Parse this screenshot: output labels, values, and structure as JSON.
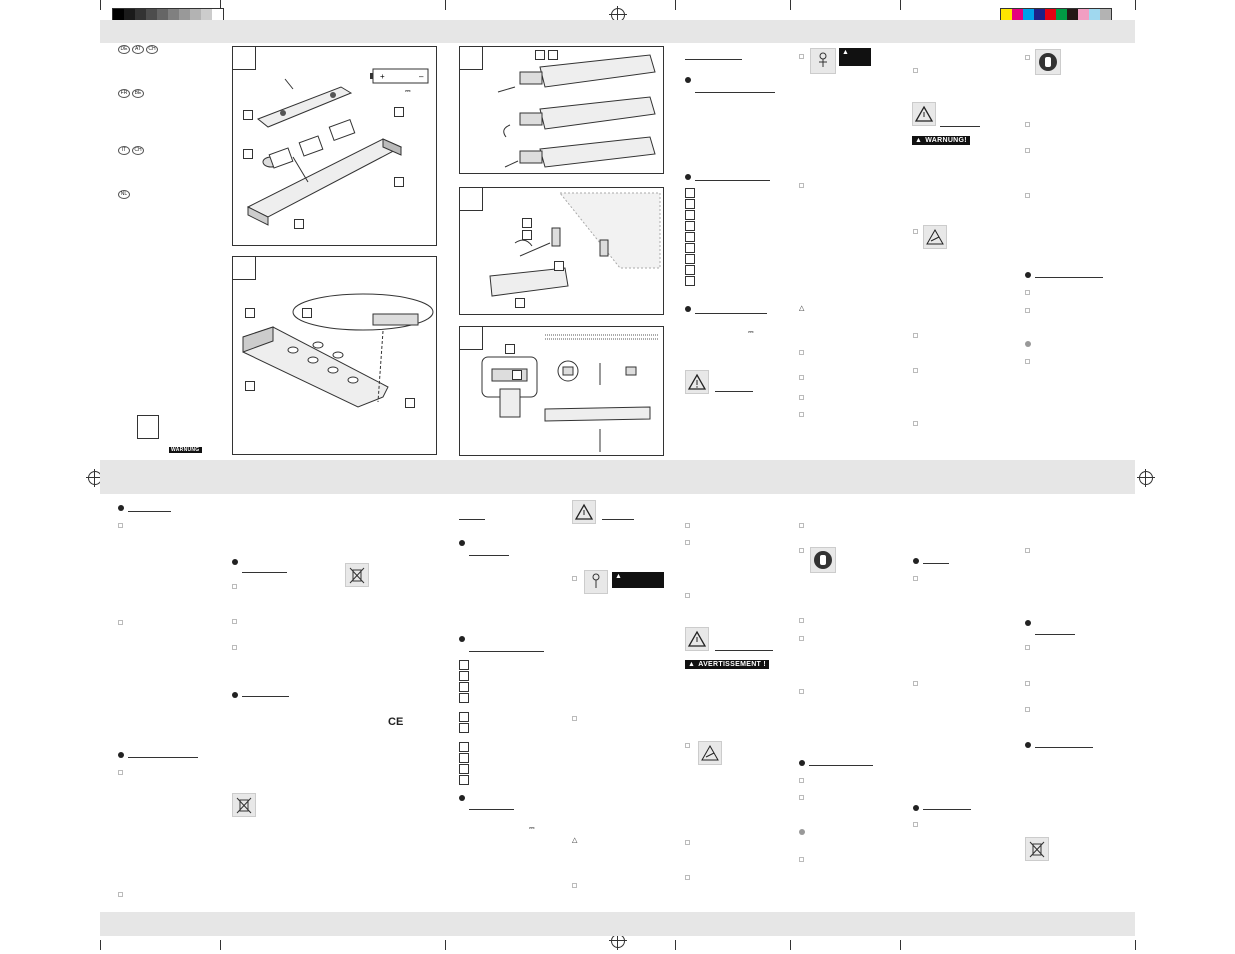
{
  "warnings": {
    "de": "WARNUNG!",
    "fr": "AVERTISSEMENT !",
    "small_badge": "WARNUNG"
  },
  "lang_codes": {
    "row1": [
      "DE",
      "AT",
      "CH"
    ],
    "row2": [
      "FR",
      "BE"
    ],
    "row3": [
      "IT",
      "CH"
    ],
    "row4": [
      "NL"
    ]
  },
  "battery": {
    "plus": "+",
    "minus": "–",
    "symbol": "⎓"
  },
  "ce_mark": "CE",
  "colors": {
    "band": "#e6e6e6",
    "grey_ramp": [
      "#000000",
      "#1a1a1a",
      "#333333",
      "#4d4d4d",
      "#666666",
      "#808080",
      "#999999",
      "#b3b3b3",
      "#cccccc",
      "#ffffff"
    ],
    "color_bar": [
      "#ffe600",
      "#e6007e",
      "#00a0e9",
      "#1d2088",
      "#e60012",
      "#009944",
      "#231815",
      "#f19ec2",
      "#a0d8ef",
      "#b3b3b3"
    ]
  },
  "icons": {
    "warning": "warning-triangle-icon",
    "child": "child-danger-icon",
    "hand": "hand-protection-icon",
    "recycle": "crossed-bin-icon",
    "laser": "laser-warning-icon"
  }
}
